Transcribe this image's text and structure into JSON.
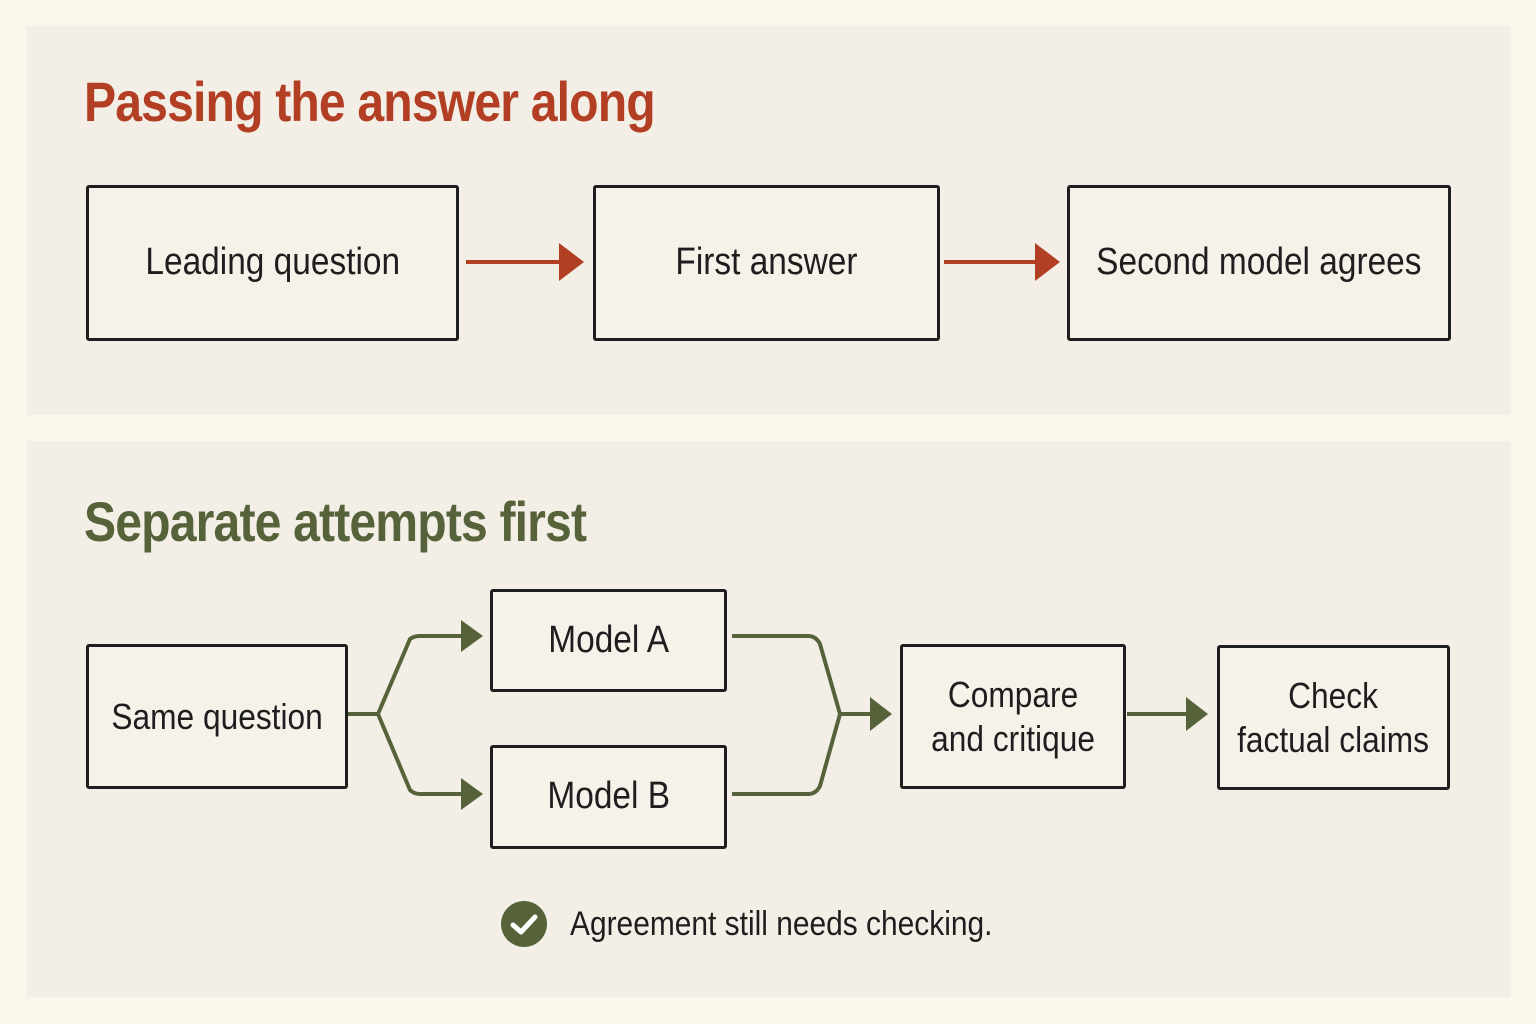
{
  "colors": {
    "page_background": "#f9f6ec",
    "panel_background": "#f3efe6",
    "top_accent": "#b23f23",
    "bottom_accent": "#56633a",
    "box_border": "#1e1e1e"
  },
  "top_section": {
    "title": "Passing the answer along",
    "steps": [
      "Leading question",
      "First answer",
      "Second model agrees"
    ]
  },
  "bottom_section": {
    "title": "Separate attempts first",
    "start": "Same question",
    "branches": [
      "Model A",
      "Model B"
    ],
    "compare": "Compare\nand critique",
    "check": "Check\nfactual claims"
  },
  "note": {
    "icon": "check-circle-icon",
    "text": "Agreement still needs checking."
  }
}
